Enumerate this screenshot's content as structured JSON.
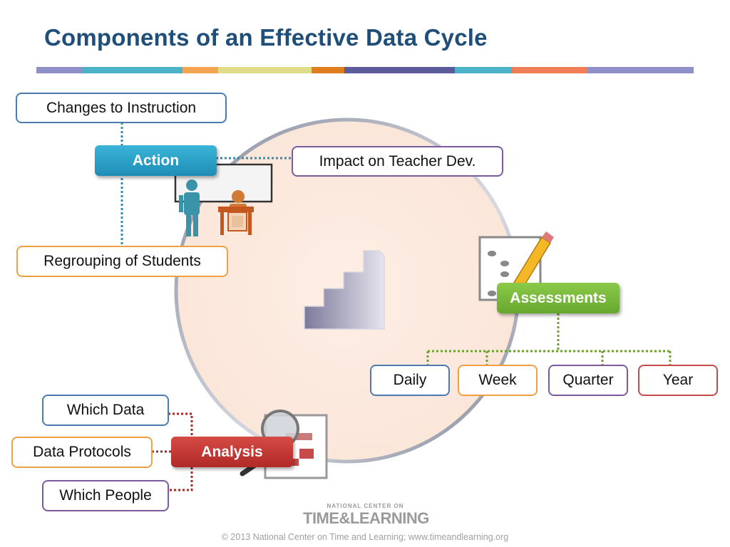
{
  "title": "Components of an Effective Data Cycle",
  "band_colors": [
    "#8f8fc9",
    "#4bb3c9",
    "#f5a451",
    "#e0dc8a",
    "#e07e1e",
    "#5b5a9a",
    "#4bb3c9",
    "#f07d54",
    "#8f8fc9"
  ],
  "action": {
    "label": "Action",
    "color": "#2a9cc5",
    "items": [
      "Changes to Instruction",
      "Impact on Teacher Dev.",
      "Regrouping of Students"
    ]
  },
  "assessments": {
    "label": "Assessments",
    "color": "#76b63a",
    "items": [
      "Daily",
      "Week",
      "Quarter",
      "Year"
    ]
  },
  "analysis": {
    "label": "Analysis",
    "color": "#c63432",
    "items": [
      "Which Data",
      "Data Protocols",
      "Which People"
    ]
  },
  "icons": [
    "teacher-student-icon",
    "stair-chart-icon",
    "checklist-pencil-icon",
    "magnifier-icon"
  ],
  "logo": {
    "small": "NATIONAL CENTER ON",
    "big": "TIME&LEARNING"
  },
  "copyright": "© 2013 National Center on Time and Learning; www.timeandlearning.org"
}
